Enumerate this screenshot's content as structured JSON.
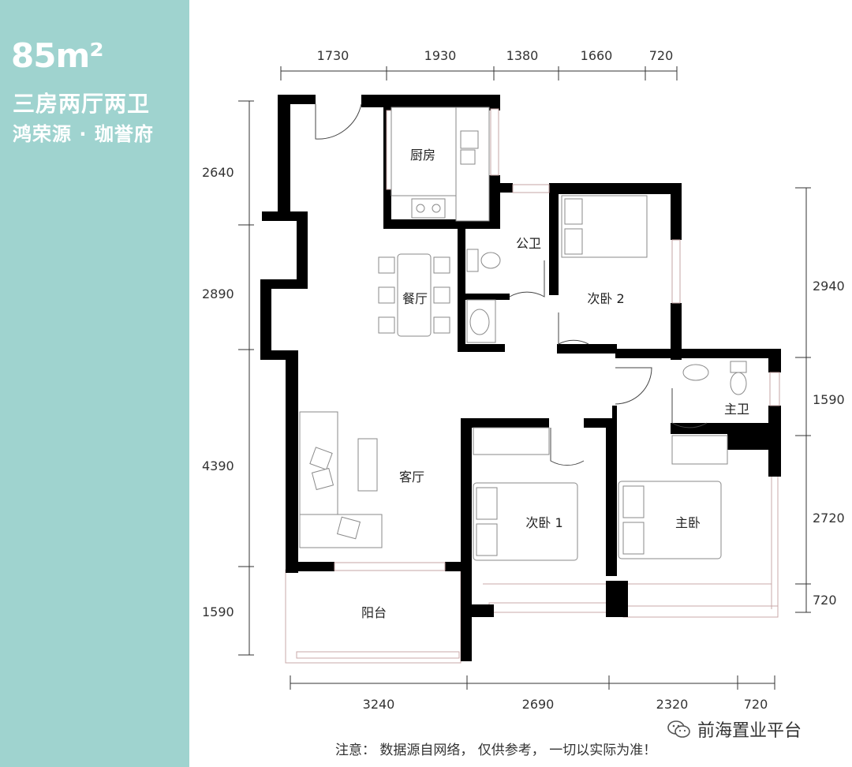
{
  "side": {
    "area": "85m²",
    "layout": "三房两厅两卫",
    "project": "鸿荣源 · 珈誉府"
  },
  "dimensions": {
    "top": [
      "1730",
      "1930",
      "1380",
      "1660",
      "720"
    ],
    "bottom": [
      "3240",
      "2690",
      "2320",
      "720"
    ],
    "left": [
      "2640",
      "2890",
      "4390",
      "1590"
    ],
    "right": [
      "2940",
      "1590",
      "2720",
      "720"
    ]
  },
  "rooms": {
    "kitchen": "厨房",
    "public_bath": "公卫",
    "dining": "餐厅",
    "bedroom2": "次卧 2",
    "master_bath": "主卫",
    "living": "客厅",
    "bedroom1": "次卧 1",
    "master_bedroom": "主卧",
    "balcony": "阳台"
  },
  "footer": {
    "note": "注意： 数据源自网络， 仅供参考， 一切以实际为准！",
    "brand": "前海置业平台"
  },
  "colors": {
    "panel": "#9fd3cf",
    "wall": "#000000",
    "window_line": "#c4a4a4"
  }
}
